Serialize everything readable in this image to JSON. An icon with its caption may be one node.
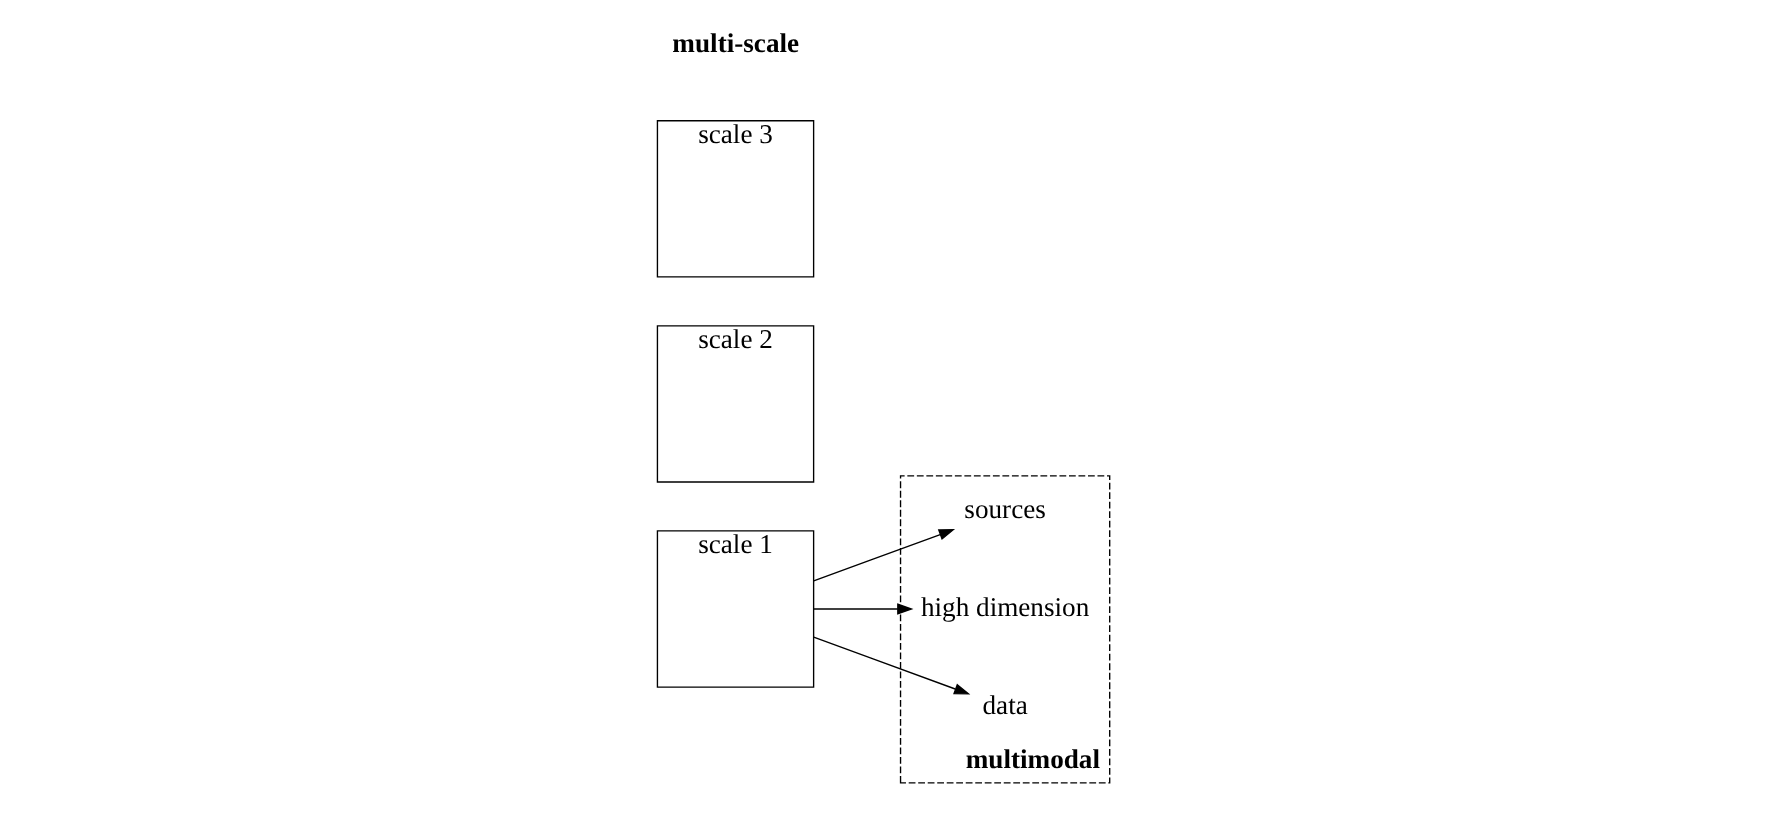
{
  "diagram": {
    "nodes": [
      {
        "text": [
          "scale 1"
        ]
      },
      {
        "text": [
          "multimodal"
        ]
      },
      {
        "text": [
          "sources"
        ],
        "in": 1
      },
      {
        "text": [
          "high dimension"
        ],
        "in": 1
      },
      {
        "text": [
          "data"
        ],
        "in": 1
      },
      {
        "text": [
          "scale 2"
        ]
      },
      {
        "text": [
          "scale 3"
        ]
      }
    ],
    "edges": [
      {
        "from": 0,
        "to": 2,
        "arrow": "to"
      },
      {
        "from": 0,
        "to": 3,
        "arrow": "to"
      },
      {
        "from": 0,
        "to": 4,
        "arrow": "to"
      }
    ],
    "labels": [
      "multi-scale"
    ]
  }
}
